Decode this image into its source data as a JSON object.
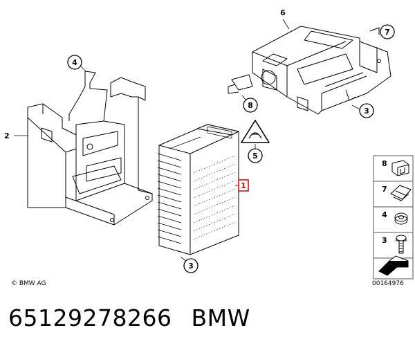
{
  "diagram": {
    "callouts": {
      "c1": "1",
      "c2": "2",
      "c3a": "3",
      "c3b": "3",
      "c4": "4",
      "c5": "5",
      "c6": "6",
      "c7": "7",
      "c8": "8"
    },
    "legend": [
      {
        "num": "8",
        "icon": "clip-icon"
      },
      {
        "num": "7",
        "icon": "spring-nut-icon"
      },
      {
        "num": "4",
        "icon": "hex-nut-icon"
      },
      {
        "num": "3",
        "icon": "bolt-icon"
      }
    ],
    "copyright": "© BMW AG",
    "doc_id": "00164976",
    "highlight_color": "#cc0000"
  },
  "caption": {
    "part_number": "65129278266",
    "brand": "BMW"
  }
}
